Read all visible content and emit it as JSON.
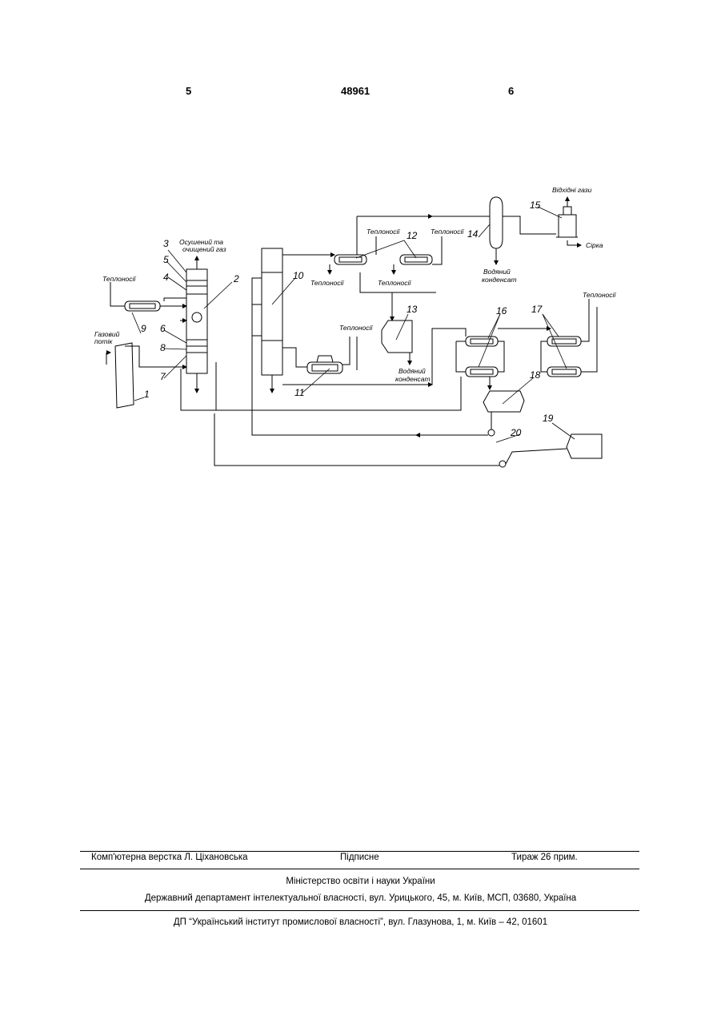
{
  "header": {
    "page_left": "5",
    "patent_number": "48961",
    "page_right": "6"
  },
  "diagram": {
    "numbers": [
      "1",
      "2",
      "3",
      "4",
      "5",
      "6",
      "7",
      "8",
      "9",
      "10",
      "11",
      "12",
      "13",
      "14",
      "15",
      "16",
      "17",
      "18",
      "19",
      "20"
    ],
    "labels": {
      "dried_gas": [
        "Осушений та",
        "очищений газ"
      ],
      "gas_flow": [
        "Газовий",
        "потік"
      ],
      "heat_left": "Теплоносії",
      "heat_12_left": "Теплоносії",
      "heat_12_mid": "Теплоносії",
      "heat_12_out1": "Теплоносії",
      "heat_12_out2": "Теплоносії",
      "heat_11": "Теплоносії",
      "heat_17": "Теплоносії",
      "water_cond_13": [
        "Водяний",
        "конденсат"
      ],
      "water_cond_14": [
        "Водяний",
        "конденсат"
      ],
      "exhaust_gases": "Відхідні гази",
      "sulfur": "Сірка"
    }
  },
  "footer": {
    "typesetter": "Комп'ютерна верстка Л. Ціхановська",
    "signed": "Підписне",
    "circulation": "Тираж 26 прим.",
    "ministry": "Міністерство освіти і науки України",
    "department": "Державний департамент інтелектуальної власності, вул. Урицького, 45, м. Київ, МСП, 03680, Україна",
    "institute": "ДП “Український інститут промислової власності”, вул. Глазунова, 1, м. Київ – 42, 01601"
  }
}
